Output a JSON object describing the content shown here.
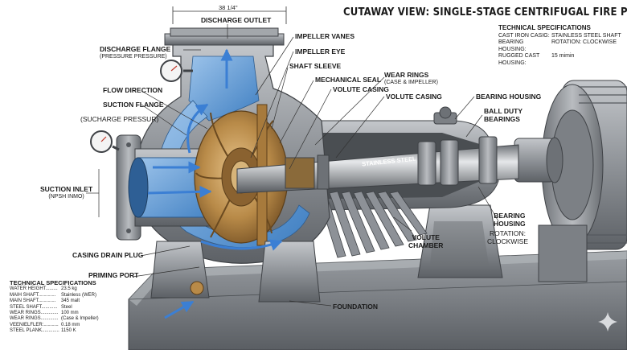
{
  "title": "CUTAWAY VIEW: SINGLE-STAGE CENTRIFUGAL FIRE PUMP",
  "dimension": "38 1/4\"",
  "specs_top": {
    "heading": "TECHNICAL SPECIFICATIONS",
    "rows": [
      {
        "k": "CAST IRON CASIG:",
        "v": "STAINLESS STEEL SHAFT"
      },
      {
        "k": "BEARING HOUSING:",
        "v": "ROTATION: CLOCKWISE"
      },
      {
        "k": "RUGGED CAST HOUSING:",
        "v": "15 mimin"
      }
    ]
  },
  "specs_bottom": {
    "heading": "TECHNICAL SPECIFICATIONS",
    "rows": [
      {
        "k": "WATER HEIGHT.........",
        "v": "23.5 kg"
      },
      {
        "k": "MAIH SHAFT.............",
        "v": "Stainless (WER)"
      },
      {
        "k": "MAIN SHAFT.............",
        "v": "345 malt"
      },
      {
        "k": "STEEL SHAFT............",
        "v": "Steel"
      },
      {
        "k": "WEAR RINGS.............",
        "v": "100 mm"
      },
      {
        "k": "WEAR RINGS.............",
        "v": "(Case & Impeller)"
      },
      {
        "k": "VEENIELFLER:...........",
        "v": "0.18 mm"
      },
      {
        "k": "STEEL PLANK.............",
        "v": "1150 K"
      }
    ]
  },
  "labels": {
    "discharge_outlet": "DISCHARGE OUTLET",
    "discharge_flange": "DISCHARGE FLANGE",
    "pressure_pressure": "(PRESSURE PRESSURE)",
    "flow_direction": "FLOW DIRECTION",
    "suction_flange": "SUCTION FLANGE",
    "sucharge_pressur": "(SUCHARGE PRESSUR)",
    "suction_inlet": "SUCTION INLET",
    "npsh": "(NPSH INMO)",
    "casing_drain_plug": "CASING DRAIN PLUG",
    "priming_port": "PRIMING PORT",
    "impeller_vanes": "IMPELLER VANES",
    "impeller_eye": "IMPELLER EYE",
    "shaft_sleeve": "SHAFT SLEEVE",
    "mechanical_seal": "MECHANICAL SEAL",
    "wear_rings": "WEAR RINGS",
    "case_impeller": "(CASE & IMPELLER)",
    "volute_casing_1": "VOLUTE CASING",
    "volute_casing_2": "VOLUTE CASING",
    "bearing_housing_top": "BEARING HOUSING",
    "ball_duty_bearings": "BALL DUTY\nBEARINGS",
    "stainless_steel": "STAINLESS STEEL",
    "bearing_housing_bottom": "BEARING\nHOUSING",
    "rotation": "ROTATION:\nCLOCKWISE",
    "volute_chamber": "VOLUTE\nCHAMBER",
    "foundation": "FOUNDATION"
  },
  "colors": {
    "water": "#4f8fd0",
    "metal": "#8d9197",
    "bronze": "#b88a48",
    "arrow": "#3b7fd4"
  }
}
